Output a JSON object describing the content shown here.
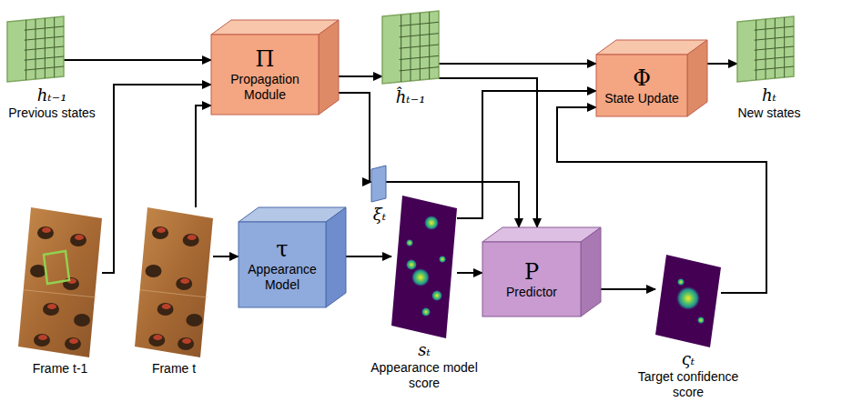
{
  "diagram": {
    "nodes": [
      {
        "text": [
          "hₜ₋₁",
          "Previous states"
        ]
      },
      {
        "text": [
          "Π",
          "Propagation Module"
        ]
      },
      {
        "text": [
          "ĥₜ₋₁"
        ]
      },
      {
        "text": [
          "Φ",
          "State Update"
        ]
      },
      {
        "text": [
          "hₜ",
          "New states"
        ]
      },
      {
        "text": [
          "ξₜ"
        ]
      },
      {
        "text": [
          "Frame t-1"
        ]
      },
      {
        "text": [
          "Frame t"
        ]
      },
      {
        "text": [
          "τ",
          "Appearance Model"
        ]
      },
      {
        "text": [
          "sₜ",
          "Appearance model score"
        ]
      },
      {
        "text": [
          "P",
          "Predictor"
        ]
      },
      {
        "text": [
          "ςₜ",
          "Target confidence score"
        ]
      }
    ],
    "edges": [
      {
        "from": 0,
        "to": 1,
        "arrow": "to"
      },
      {
        "from": 6,
        "to": 1,
        "arrow": "to"
      },
      {
        "from": 7,
        "to": 1,
        "arrow": "to"
      },
      {
        "from": 7,
        "to": 8,
        "arrow": "to"
      },
      {
        "from": 1,
        "to": 2,
        "arrow": "to"
      },
      {
        "from": 1,
        "to": 5,
        "arrow": "to"
      },
      {
        "from": 2,
        "to": 3,
        "arrow": "to"
      },
      {
        "from": 2,
        "to": 10,
        "arrow": "to"
      },
      {
        "from": 9,
        "to": 3,
        "arrow": "to"
      },
      {
        "from": 5,
        "to": 10,
        "arrow": "to"
      },
      {
        "from": 8,
        "to": 9,
        "arrow": "to"
      },
      {
        "from": 9,
        "to": 10,
        "arrow": "to"
      },
      {
        "from": 10,
        "to": 11,
        "arrow": "to"
      },
      {
        "from": 11,
        "to": 3,
        "arrow": "to"
      },
      {
        "from": 3,
        "to": 4,
        "arrow": "to"
      }
    ]
  }
}
